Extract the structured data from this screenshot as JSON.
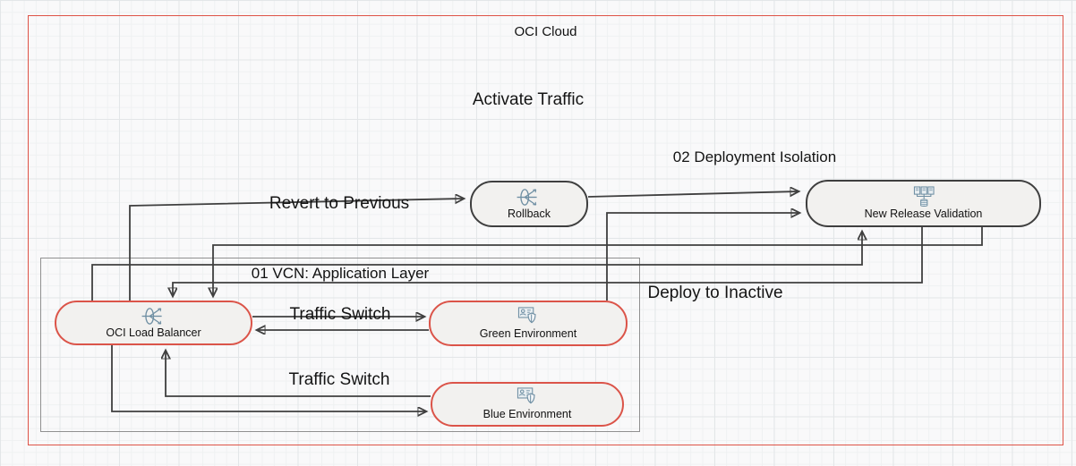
{
  "diagram": {
    "outer_label": "OCI Cloud",
    "vcn_label": "01 VCN: Application Layer",
    "floating_labels": {
      "activate_traffic": "Activate Traffic",
      "deployment_isolation": "02 Deployment Isolation",
      "revert_to_previous": "Revert to Previous",
      "deploy_to_inactive": "Deploy to Inactive",
      "traffic_switch_green": "Traffic Switch",
      "traffic_switch_blue": "Traffic Switch"
    },
    "nodes": {
      "rollback": {
        "label": "Rollback",
        "icon": "load-balancer-icon"
      },
      "new_release_validation": {
        "label": "New Release Validation",
        "icon": "instance-pool-icon"
      },
      "oci_load_balancer": {
        "label": "OCI Load Balancer",
        "icon": "load-balancer-icon"
      },
      "green_environment": {
        "label": "Green Environment",
        "icon": "compute-shield-icon"
      },
      "blue_environment": {
        "label": "Blue Environment",
        "icon": "compute-shield-icon"
      }
    },
    "colors": {
      "accent_red": "#DB5449",
      "outer_border_red": "#DE5347",
      "node_fill": "#F2F1EF",
      "dark_border": "#3F3F3F",
      "connector": "#3F3F3F",
      "icon_blue": "#6F8FA3",
      "vcn_border_gray": "#909090",
      "canvas_bg": "#F9F9FA"
    }
  }
}
